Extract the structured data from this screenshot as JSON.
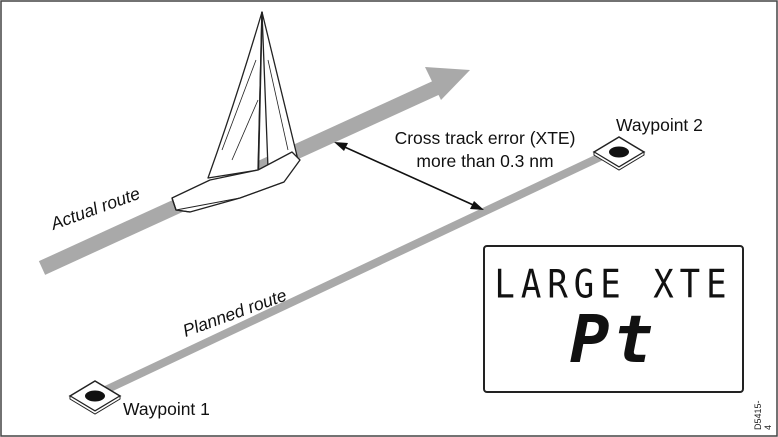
{
  "labels": {
    "xte_line1": "Cross track error (XTE)",
    "xte_line2": "more than 0.3 nm",
    "waypoint2": "Waypoint 2",
    "waypoint1": "Waypoint 1",
    "actual_route": "Actual route",
    "planned_route": "Planned route"
  },
  "display": {
    "line1": "LARGE XTE",
    "line2": "Pt"
  },
  "reference_code": "D5415-4",
  "colors": {
    "route": "#a9a9a9",
    "outline": "#222222",
    "text": "#111111"
  }
}
